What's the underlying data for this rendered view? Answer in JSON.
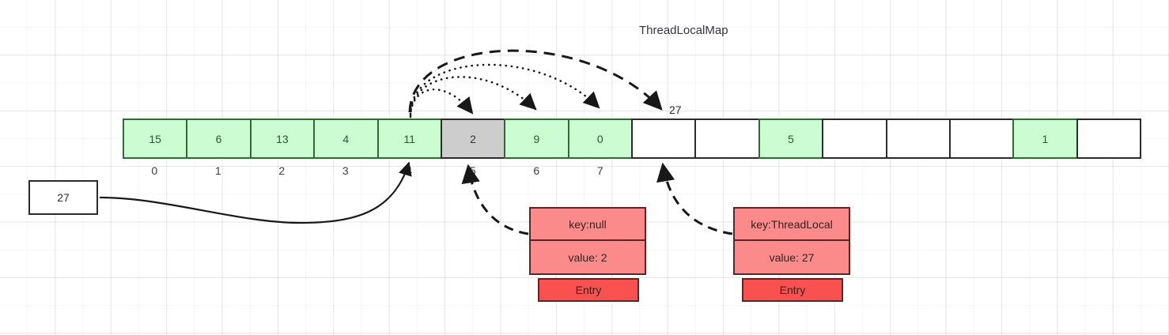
{
  "diagram": {
    "title": "ThreadLocalMap",
    "type": "hash-table-open-addressing"
  },
  "source": {
    "label": "27",
    "description": "incoming hash value"
  },
  "array": {
    "cells": [
      {
        "index": 0,
        "value": "15",
        "state": "occupied"
      },
      {
        "index": 1,
        "value": "6",
        "state": "occupied"
      },
      {
        "index": 2,
        "value": "13",
        "state": "occupied"
      },
      {
        "index": 3,
        "value": "4",
        "state": "occupied"
      },
      {
        "index": 4,
        "value": "11",
        "state": "occupied"
      },
      {
        "index": 5,
        "value": "2",
        "state": "stale"
      },
      {
        "index": 6,
        "value": "9",
        "state": "occupied"
      },
      {
        "index": 7,
        "value": "0",
        "state": "occupied"
      },
      {
        "index": 8,
        "value": "",
        "state": "empty"
      },
      {
        "index": 9,
        "value": "",
        "state": "empty"
      },
      {
        "index": 10,
        "value": "5",
        "state": "occupied"
      },
      {
        "index": 11,
        "value": "",
        "state": "empty"
      },
      {
        "index": 12,
        "value": "",
        "state": "empty"
      },
      {
        "index": 13,
        "value": "",
        "state": "empty"
      },
      {
        "index": 14,
        "value": "1",
        "state": "occupied"
      },
      {
        "index": 15,
        "value": "",
        "state": "empty"
      }
    ],
    "index_labels": [
      "0",
      "1",
      "2",
      "3",
      "4",
      "5",
      "6",
      "7"
    ]
  },
  "annotations": {
    "inserted_value_label": "27"
  },
  "entries": [
    {
      "id": "entry-left",
      "key": "key:null",
      "value": "value: 2",
      "type": "Entry",
      "points_to_index": 5
    },
    {
      "id": "entry-right",
      "key": "key:ThreadLocal",
      "value": "value: 27",
      "type": "Entry",
      "points_to_index": 8
    }
  ],
  "colors": {
    "cell_occupied": "#ccfdd2",
    "cell_stale": "#cdcdcd",
    "cell_empty": "#ffffff",
    "entry_row": "#fb8a8a",
    "entry_tab": "#f9514f",
    "stroke": "#2b2b2b"
  }
}
